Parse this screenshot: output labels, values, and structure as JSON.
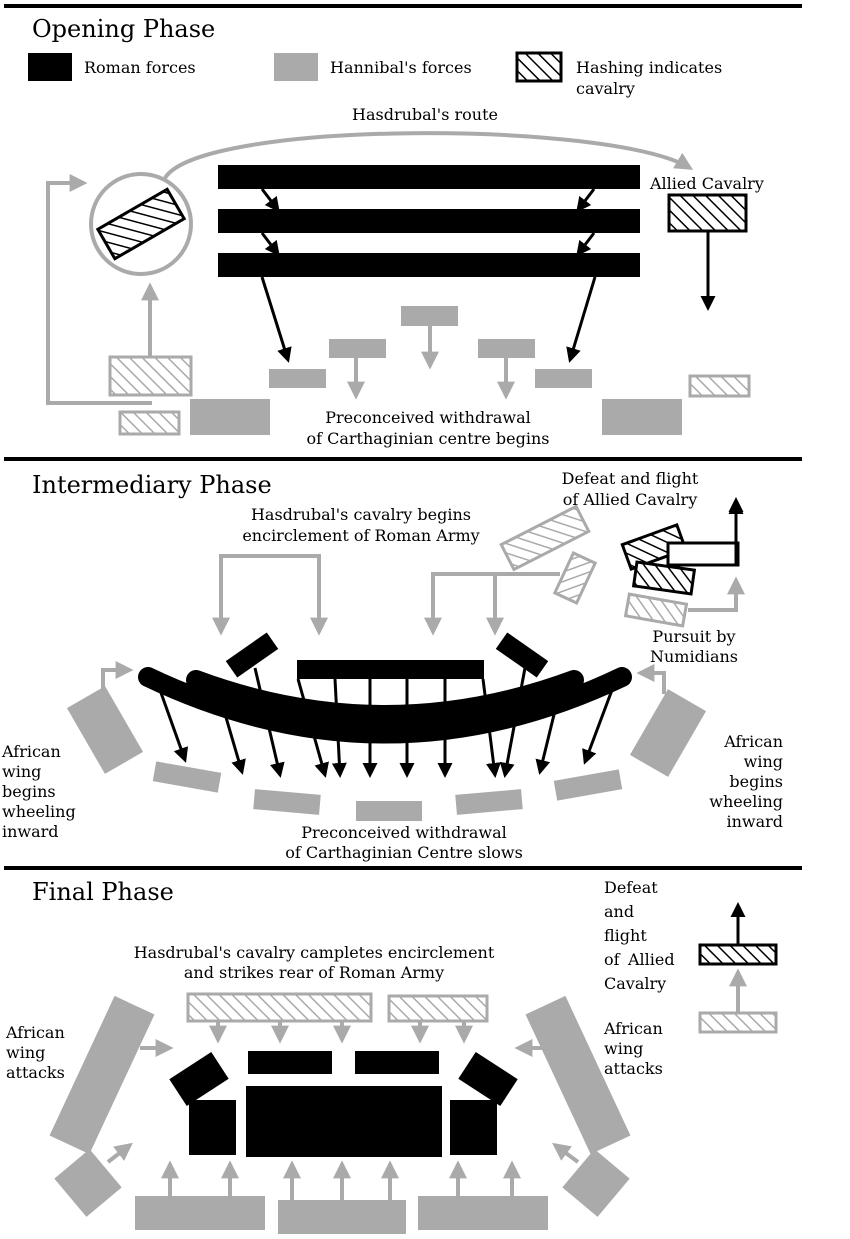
{
  "legend": {
    "roman": "Roman forces",
    "hannibal": "Hannibal's forces",
    "hashing": [
      "Hashing indicates",
      "cavalry"
    ]
  },
  "opening": {
    "title": "Opening Phase",
    "route": "Hasdrubal's route",
    "allied_cavalry": "Allied Cavalry",
    "withdrawal": [
      "Preconceived withdrawal",
      "of Carthaginian centre begins"
    ]
  },
  "intermediary": {
    "title": "Intermediary Phase",
    "defeat": [
      "Defeat and flight",
      "of Allied Cavalry"
    ],
    "encirclement": [
      "Hasdrubal's cavalry begins",
      "encirclement of Roman Army"
    ],
    "pursuit": [
      "Pursuit by",
      "Numidians"
    ],
    "african_left": [
      "African",
      "wing",
      "begins",
      "wheeling",
      "inward"
    ],
    "african_right": [
      "African",
      "wing",
      "begins",
      "wheeling",
      "inward"
    ],
    "withdrawal": [
      "Preconceived withdrawal",
      "of Carthaginian Centre slows"
    ]
  },
  "final": {
    "title": "Final Phase",
    "encirclement": [
      "Hasdrubal's cavalry campletes encirclement",
      "and strikes rear of Roman Army"
    ],
    "defeat": [
      "Defeat",
      "and",
      "flight",
      "of",
      "Allied",
      "Cavalry"
    ],
    "african_left": [
      "African",
      "wing",
      "attacks"
    ],
    "african_right": [
      "African",
      "wing",
      "attacks"
    ]
  },
  "colors": {
    "roman": "#000000",
    "hannibal": "#aaaaaa",
    "hatch": "#000000"
  }
}
